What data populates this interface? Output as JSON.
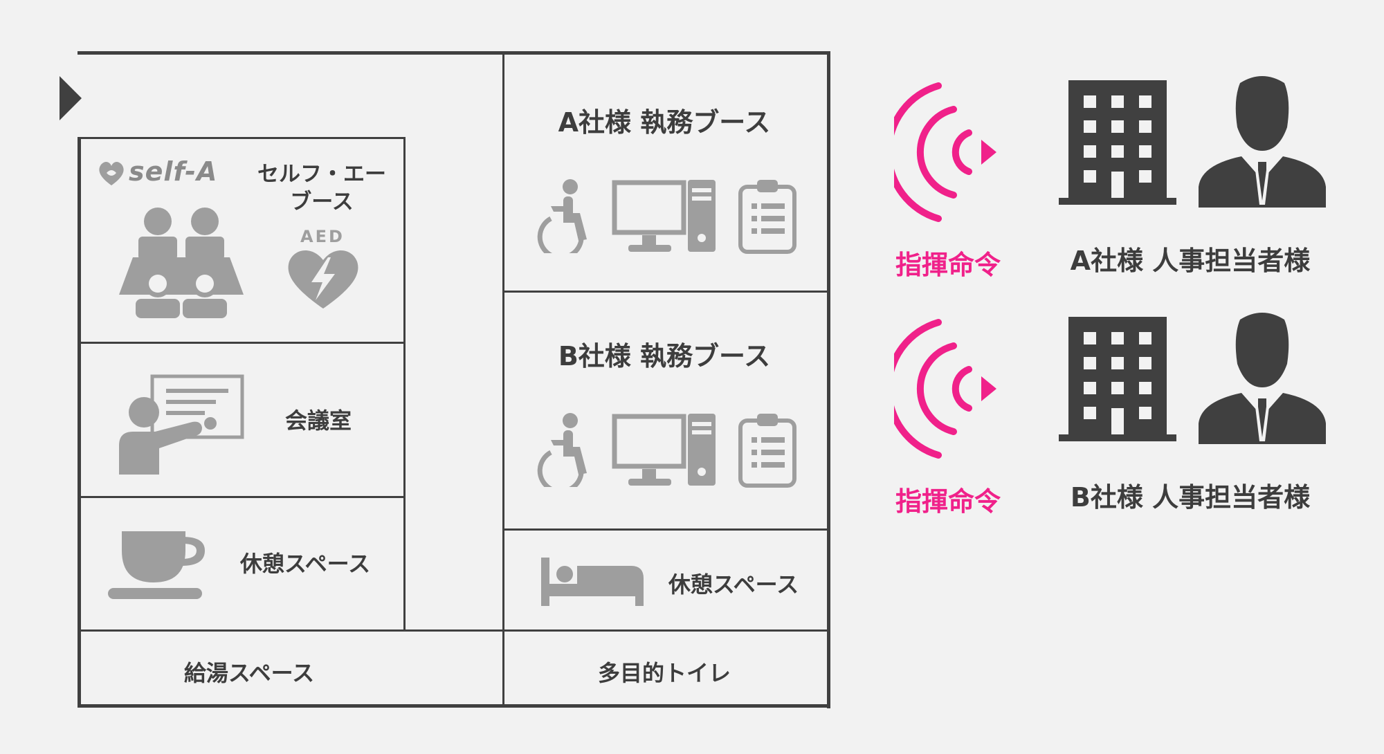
{
  "floorplan": {
    "self_a": {
      "brand": "self-A",
      "booth_label_line1": "セルフ・エー",
      "booth_label_line2": "ブース",
      "aed_text": "AED"
    },
    "meeting_room": "会議室",
    "rest_space_left": "休憩スペース",
    "kettle_space": "給湯スペース",
    "booth_a_title": "A社様 執務ブース",
    "booth_b_title": "B社様 執務ブース",
    "rest_space_right": "休憩スペース",
    "toilet": "多目的トイレ"
  },
  "right_panel": {
    "rows": [
      {
        "command_label": "指揮命令",
        "person_label": "A社様 人事担当者様"
      },
      {
        "command_label": "指揮命令",
        "person_label": "B社様 人事担当者様"
      }
    ]
  },
  "colors": {
    "accent": "#f0218a",
    "icon_gray": "#9e9e9e",
    "dark": "#404040",
    "background": "#f2f2f2"
  },
  "icons": [
    "entrance-arrow-icon",
    "self-a-logo-icon",
    "group-meeting-icon",
    "aed-heart-icon",
    "presentation-icon",
    "coffee-cup-icon",
    "wheelchair-icon",
    "desktop-computer-icon",
    "clipboard-icon",
    "bed-icon",
    "signal-waves-icon",
    "building-icon",
    "businessman-icon"
  ]
}
